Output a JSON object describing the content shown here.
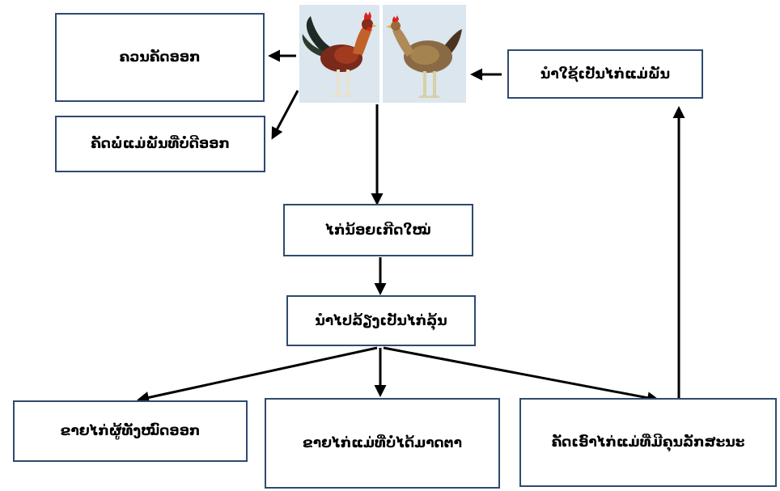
{
  "nodes": {
    "cull_out": "ຄວນຄັດອອກ",
    "select_poor_breeders": "ຄັດພໍ່ແມ່ພັນທີ່ບໍ່ດີອອກ",
    "use_as_breeder_hens": "ນໍາໃຊ້ເປັນໄກ່ແມ່ພັນ",
    "newborn_chicks": "ໄກ່ນ້ອຍເກີດໃໝ່",
    "raise_as_pullets": "ນໍາໄປລ້ຽງເປັນໄກ່ລຸ້ນ",
    "sell_all_males": "ຂາຍໄກ່ຜູ້ທັງໝົດອອກ",
    "sell_substandard_hens": "ຂາຍໄກ່ແມ່ທີ່ບໍ່ໄດ້ມາດຕາ",
    "select_quality_hens": "ຄັດເອົາໄກ່ແມ່ທີ່ມີຄຸນລັກສະນະ"
  },
  "images": {
    "rooster": "rooster-photo",
    "hen": "hen-photo"
  },
  "colors": {
    "box_border": "#2f4a6d",
    "arrow": "#000000",
    "photo_background": "#dbe6ee"
  }
}
